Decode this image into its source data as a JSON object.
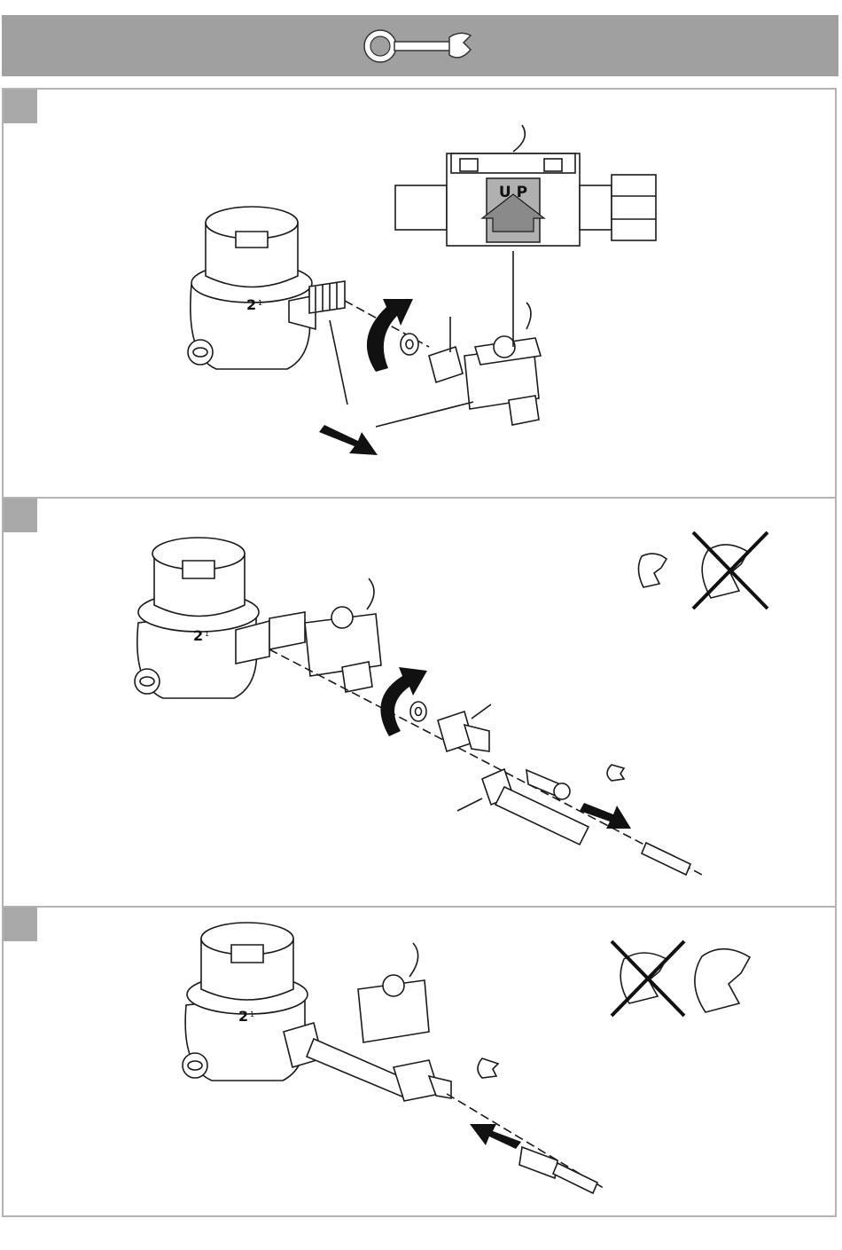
{
  "header": {
    "icon": "wrench-icon",
    "color": "#a0a0a0"
  },
  "steps": [
    {
      "badge_color": "#a8a8a8",
      "sensor_label": "U P",
      "dial_mark": "2",
      "dial_index": "1"
    },
    {
      "badge_color": "#a8a8a8",
      "dial_mark": "2",
      "dial_index": "1"
    },
    {
      "badge_color": "#a8a8a8",
      "dial_mark": "2",
      "dial_index": "1"
    }
  ]
}
